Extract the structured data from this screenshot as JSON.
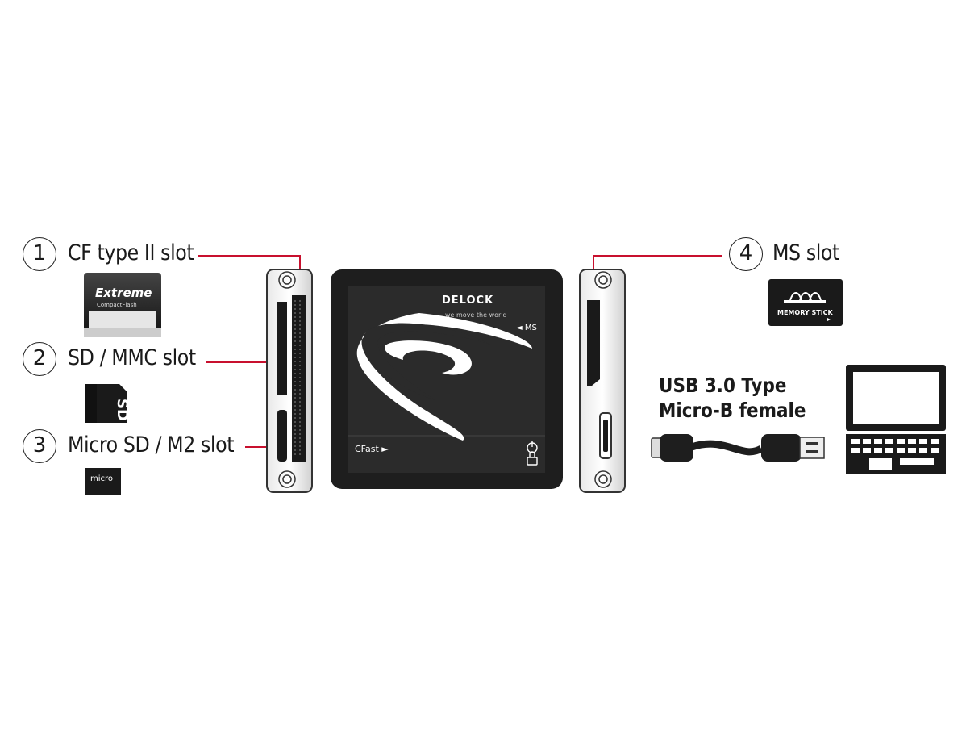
{
  "callouts": [
    {
      "number": "1",
      "label": "CF type II slot"
    },
    {
      "number": "2",
      "label": "SD / MMC slot"
    },
    {
      "number": "3",
      "label": "Micro SD / M2 slot"
    },
    {
      "number": "4",
      "label": "MS slot"
    }
  ],
  "usb_label": {
    "line1": "USB 3.0 Type",
    "line2": "Micro-B female"
  },
  "device": {
    "brand": "DELOCK",
    "tagline": "we move the world",
    "ms_mark": "◄ MS",
    "cfast_mark": "CFast ►"
  },
  "cards": {
    "cf_brand": "Extreme",
    "cf_sub": "CompactFlash",
    "micro_sd": "micro",
    "sd_logo": "SD",
    "ms_brand": "MEMORY STICK"
  },
  "colors": {
    "leader": "#c8102e",
    "device_body": "#1e1e1e",
    "accent_black": "#1a1a1a"
  },
  "icons": [
    "power-icon",
    "lock-icon",
    "laptop-icon",
    "usb-cable-icon"
  ]
}
